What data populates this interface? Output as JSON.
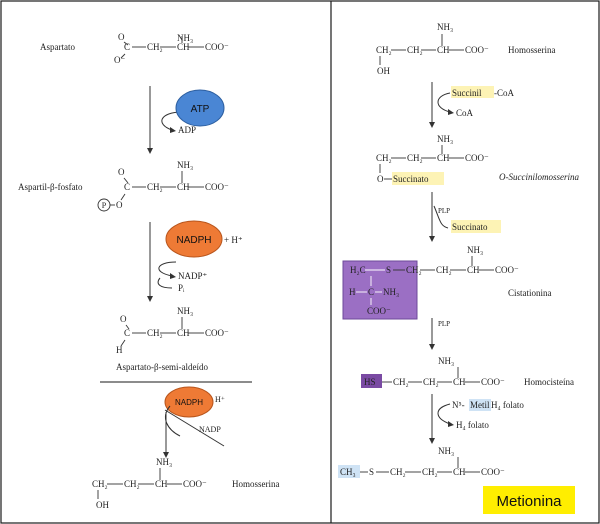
{
  "left": {
    "aspartato": {
      "name": "Aspartato",
      "nh3": "NH₃",
      "o_minus": "O⁻",
      "o": "O",
      "ch2": "CH₂",
      "ch": "CH",
      "coo": "COO⁻",
      "c": "C"
    },
    "step1": {
      "enzyme": "ATP",
      "product": "ADP"
    },
    "aspartil": {
      "name": "Aspartil-β-fosfato",
      "nh3": "NH₃",
      "p": "P",
      "o": "O",
      "ch2": "CH₂",
      "ch": "CH",
      "coo": "COO⁻",
      "c": "C",
      "o_top": "O"
    },
    "step2": {
      "enzyme": "NADPH",
      "h_plus": "+ H⁺",
      "product1": "NADP⁺",
      "product2": "Pᵢ"
    },
    "semialdeido": {
      "name": "Aspartato-β-semi-aldeído",
      "nh3": "NH₃",
      "h": "H",
      "ch2": "CH₂",
      "ch": "CH",
      "coo": "COO⁻",
      "c": "C",
      "o": "O"
    },
    "step3": {
      "enzyme": "NADPH",
      "h_plus": "H⁺",
      "product": "NADP"
    },
    "homoserina": {
      "name": "Homosserina",
      "nh3": "NH₃",
      "ch2a": "CH₂",
      "ch2b": "CH₂",
      "ch": "CH",
      "coo": "COO⁻",
      "oh": "OH"
    }
  },
  "right": {
    "homoserina": {
      "name": "Homosserina",
      "nh3": "NH₃",
      "ch2a": "CH₂",
      "ch2b": "CH₂",
      "ch": "CH",
      "coo": "COO⁻",
      "oh": "OH"
    },
    "step1": {
      "reagent": "Succinil",
      "reagent_suffix": "-CoA",
      "product": "CoA"
    },
    "osuccinil": {
      "name": "O-Succinilomosserina",
      "nh3": "NH₃",
      "ch2a": "CH₂",
      "ch2b": "CH₂",
      "ch": "CH",
      "coo": "COO⁻",
      "o": "O",
      "succ": "Succinato"
    },
    "step2": {
      "cofactor": "PLP",
      "product": "Succinato"
    },
    "cistationina": {
      "name": "Cistationina",
      "nh3": "NH₃",
      "h2c": "H₂C",
      "s": "S",
      "ch2a": "CH₂",
      "ch2b": "CH₂",
      "ch": "CH",
      "coo": "COO⁻",
      "h": "H",
      "c": "C",
      "nh3b": "NH₃",
      "coo2": "COO⁻"
    },
    "step3": {
      "cofactor": "PLP"
    },
    "homocisteina": {
      "name": "Homocisteína",
      "nh3": "NH₃",
      "hs": "HS",
      "ch2a": "CH₂",
      "ch2b": "CH₂",
      "ch": "CH",
      "coo": "COO⁻"
    },
    "step4": {
      "reagent_prefix": "N⁵-",
      "reagent": "Metil",
      "reagent_suffix": " H₄ folato",
      "product": "H₄ folato"
    },
    "metionina": {
      "nh3": "NH₃",
      "ch3": "CH₃",
      "s": "S",
      "ch2a": "CH₂",
      "ch2b": "CH₂",
      "ch": "CH",
      "coo": "COO⁻"
    },
    "label": "Metionina"
  },
  "colors": {
    "atp": "#4a86d4",
    "nadph": "#ee7a35",
    "highlight": "#fdf3b5",
    "purple": "#9b6fc4",
    "blue_hl": "#cfe3f5",
    "label_bg": "#ffee00",
    "border": "#1a1a1a"
  }
}
